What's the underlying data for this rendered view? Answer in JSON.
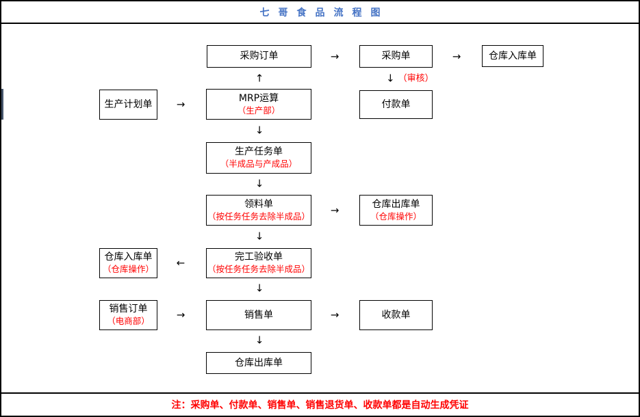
{
  "header": {
    "title": "七哥食品流程图"
  },
  "footer": {
    "note": "注：采购单、付款单、销售单、销售退货单、收款单都是自动生成凭证"
  },
  "icons": {
    "arrow_right": "→",
    "arrow_left": "←",
    "arrow_up": "↑",
    "arrow_down": "↓"
  },
  "annotations": {
    "audit": "（审核）"
  },
  "colors": {
    "title_blue": "#4472c4",
    "annotation_red": "#ff0000",
    "line_black": "#000000",
    "accent_bar": "#44546a"
  },
  "nodes": {
    "purchase_order": {
      "title": "采购订单"
    },
    "purchase": {
      "title": "采购单"
    },
    "warehouse_in_top": {
      "title": "仓库入库单"
    },
    "production_plan": {
      "title": "生产计划单"
    },
    "mrp": {
      "title": "MRP运算",
      "subtitle": "（生产部）"
    },
    "payment": {
      "title": "付款单"
    },
    "production_task": {
      "title": "生产任务单",
      "subtitle": "（半成品与产成品）"
    },
    "material_requisition": {
      "title": "领料单",
      "subtitle": "（按任务任务去除半成品）"
    },
    "warehouse_out_mid": {
      "title": "仓库出库单",
      "subtitle": "（仓库操作）"
    },
    "warehouse_in_left": {
      "title": "仓库入库单",
      "subtitle": "（仓库操作）"
    },
    "completion_acceptance": {
      "title": "完工验收单",
      "subtitle": "（按任务任务去除半成品）"
    },
    "sales_order": {
      "title": "销售订单",
      "subtitle": "（电商部）"
    },
    "sales": {
      "title": "销售单"
    },
    "receipt": {
      "title": "收款单"
    },
    "warehouse_out_bottom": {
      "title": "仓库出库单"
    }
  }
}
